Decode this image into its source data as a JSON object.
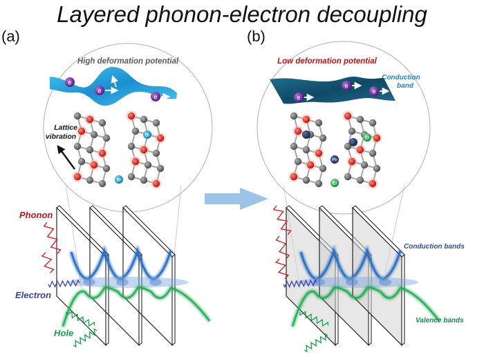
{
  "title": "Layered phonon-electron decoupling",
  "panels": [
    {
      "id": "a",
      "label": "(a)",
      "inset_title": "High deformation potential",
      "inset_title_color": "#555555",
      "band_color": "#29a9e0",
      "lattice_label_line1": "Lattice",
      "lattice_label_line2": "vibration",
      "atom_labels": [
        "Br",
        "Br"
      ],
      "electron_symbol": "e",
      "bottom_labels": {
        "phonon": "Phonon",
        "electron": "Electron",
        "hole": "Hole"
      }
    },
    {
      "id": "b",
      "label": "(b)",
      "inset_title": "Low deformation potential",
      "inset_title_color": "#c0141c",
      "band_color": "#15607e",
      "band_label_line1": "Conduction",
      "band_label_line2": "band",
      "atom_labels": [
        "Pb",
        "Cl",
        "Cl"
      ],
      "electron_symbol": "e",
      "bottom_labels": {
        "conduction": "Conduction bands",
        "valence": "Valence bands"
      }
    }
  ],
  "colors": {
    "phonon": "#d9121a",
    "electron": "#3a3fb0",
    "hole": "#16a04a",
    "conduction_band": "#1a5fb0",
    "valence_band": "#18a048",
    "arrow": "#9dc3e6",
    "atom_gray": "#6b6b6b",
    "atom_red": "#e0231c",
    "atom_navy": "#1f3563",
    "atom_cyan": "#1ba1d8",
    "atom_green": "#1fae4a",
    "electron_ball": "#7a2fa6"
  }
}
